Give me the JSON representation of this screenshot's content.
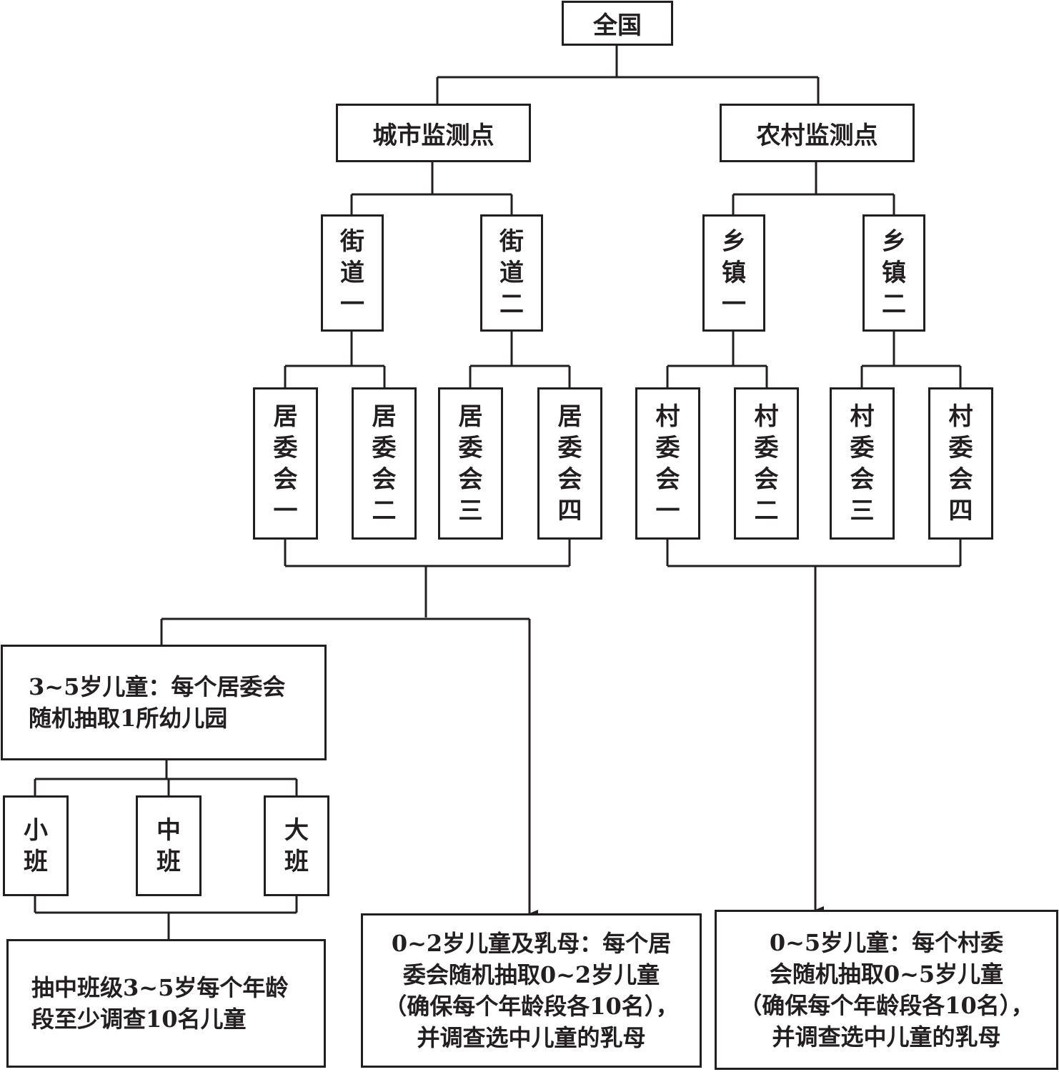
{
  "nodes": {
    "national": "全国",
    "urban": "城市监测点",
    "rural": "农村监测点",
    "street1": [
      "街",
      "道",
      "一"
    ],
    "street2": [
      "街",
      "道",
      "二"
    ],
    "town1": [
      "乡",
      "镇",
      "一"
    ],
    "town2": [
      "乡",
      "镇",
      "二"
    ],
    "rc1": [
      "居",
      "委",
      "会",
      "一"
    ],
    "rc2": [
      "居",
      "委",
      "会",
      "二"
    ],
    "rc3": [
      "居",
      "委",
      "会",
      "三"
    ],
    "rc4": [
      "居",
      "委",
      "会",
      "四"
    ],
    "vc1": [
      "村",
      "委",
      "会",
      "一"
    ],
    "vc2": [
      "村",
      "委",
      "会",
      "二"
    ],
    "vc3": [
      "村",
      "委",
      "会",
      "三"
    ],
    "vc4": [
      "村",
      "委",
      "会",
      "四"
    ],
    "kindergarten": [
      "3~5岁儿童：每个居委会",
      "随机抽取1所幼儿园"
    ],
    "small_class": [
      "小",
      "班"
    ],
    "middle_class": [
      "中",
      "班"
    ],
    "large_class": [
      "大",
      "班"
    ],
    "class_survey": [
      "抽中班级3~5岁每个年龄",
      "段至少调查10名儿童"
    ],
    "urban_infant": [
      "0~2岁儿童及乳母：每个居",
      "委会随机抽取0~2岁儿童",
      "（确保每个年龄段各10名），",
      "并调查选中儿童的乳母"
    ],
    "rural_children": [
      "0~5岁儿童：每个村委",
      "会随机抽取0~5岁儿童",
      "（确保每个年龄段各10名），",
      "并调查选中儿童的乳母"
    ]
  }
}
